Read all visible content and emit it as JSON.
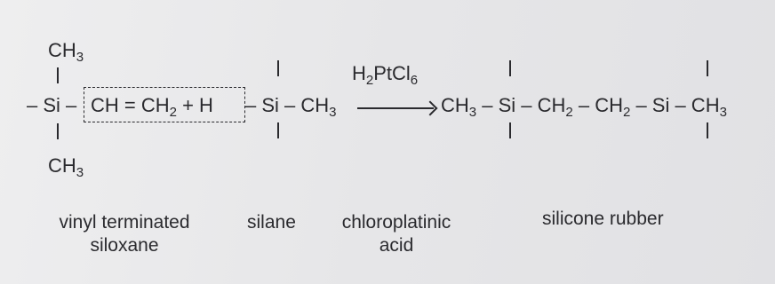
{
  "reaction": {
    "ch3_top": "CH",
    "ch3_top_sub": "3",
    "ch3_bottom": "CH",
    "ch3_bottom_sub": "3",
    "si_left": "– Si –",
    "vinyl_group_pre": "CH = CH",
    "vinyl_group_sub": "2",
    "vinyl_group_post": " + H",
    "silane_part": "– Si – CH",
    "silane_sub": "3",
    "catalyst": "H",
    "catalyst_sub1": "2",
    "catalyst_mid": "PtCl",
    "catalyst_sub2": "6",
    "product_start": "CH",
    "product_start_sub": "3",
    "product_mid1": " – Si – CH",
    "product_mid1_sub": "2",
    "product_mid2": " – CH",
    "product_mid2_sub": "2",
    "product_end": " – Si – CH",
    "product_end_sub": "3"
  },
  "labels": {
    "vinyl_line1": "vinyl terminated",
    "vinyl_line2": "siloxane",
    "silane": "silane",
    "catalyst_line1": "chloroplatinic",
    "catalyst_line2": "acid",
    "product": "silicone rubber"
  }
}
